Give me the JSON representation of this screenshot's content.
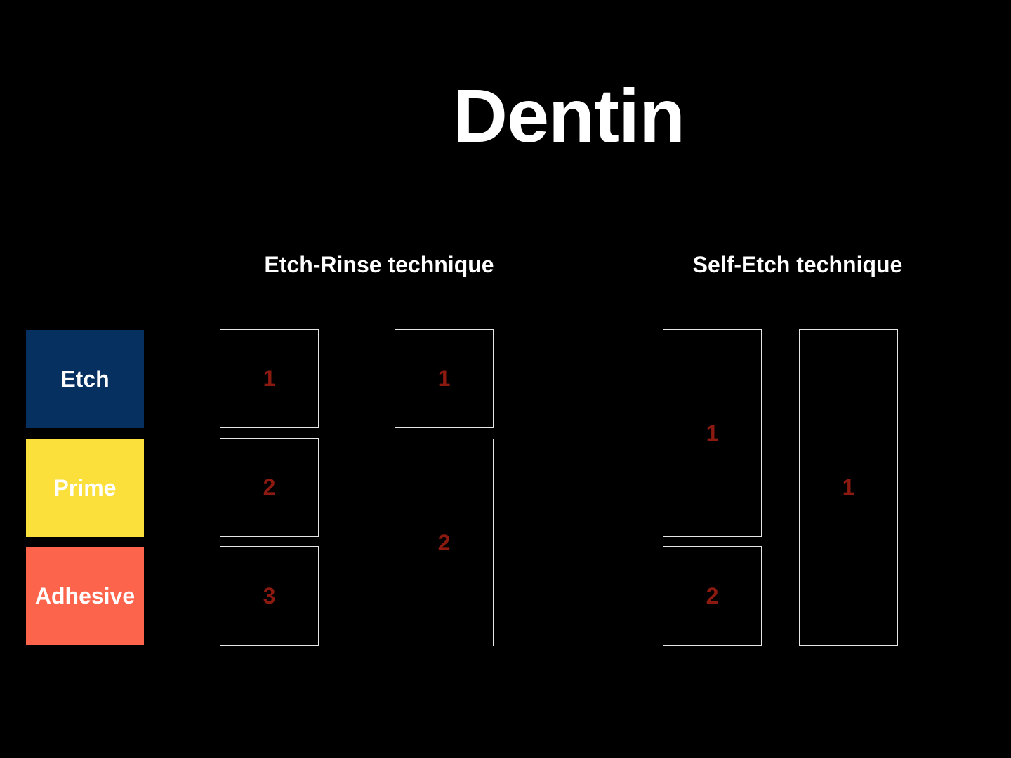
{
  "slide": {
    "title": "Dentin"
  },
  "legend": {
    "items": [
      {
        "label": "Etch",
        "color": "#05305f"
      },
      {
        "label": "Prime",
        "color": "#fbe03b"
      },
      {
        "label": "Adhesive",
        "color": "#fc644c"
      }
    ]
  },
  "techniques": [
    {
      "name": "Etch-Rinse technique",
      "columns": [
        {
          "steps": [
            "1",
            "2",
            "3"
          ]
        },
        {
          "steps": [
            "1",
            "2"
          ]
        }
      ]
    },
    {
      "name": "Self-Etch technique",
      "columns": [
        {
          "steps": [
            "1",
            "2"
          ]
        },
        {
          "steps": [
            "1"
          ]
        }
      ]
    }
  ],
  "colors": {
    "background": "#000000",
    "step_number": "#8c1a10",
    "box_border": "#e6e6e6"
  }
}
